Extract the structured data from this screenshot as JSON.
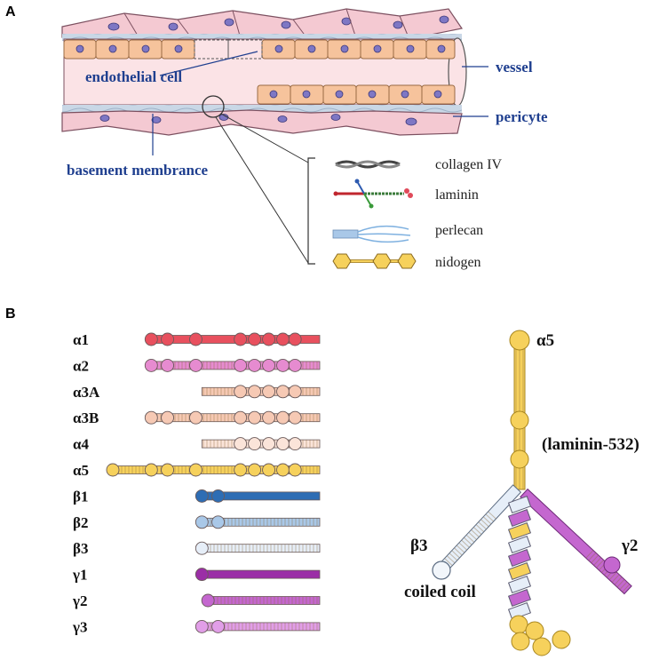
{
  "panel_a": {
    "letter": "A",
    "labels": {
      "endothelial_cell": "endothelial cell",
      "vessel": "vessel",
      "pericyte": "pericyte",
      "basement_membrane": "basement membrance"
    },
    "legend": [
      "collagen IV",
      "laminin",
      "perlecan",
      "nidogen"
    ]
  },
  "panel_b": {
    "letter": "B",
    "chains": [
      {
        "label": "α1",
        "color": "#e8505e",
        "stripe": false,
        "start": 0.19,
        "balls": [
          0.19,
          0.27,
          0.41,
          0.63,
          0.7,
          0.77,
          0.84,
          0.9
        ]
      },
      {
        "label": "α2",
        "color": "#e68bd0",
        "stripe": true,
        "start": 0.19,
        "balls": [
          0.19,
          0.27,
          0.41,
          0.63,
          0.7,
          0.77,
          0.84,
          0.9
        ]
      },
      {
        "label": "α3A",
        "color": "#f6c9b4",
        "stripe": true,
        "start": 0.44,
        "balls": [
          0.63,
          0.7,
          0.77,
          0.84,
          0.9
        ]
      },
      {
        "label": "α3B",
        "color": "#f6c9b4",
        "stripe": true,
        "start": 0.19,
        "balls": [
          0.19,
          0.27,
          0.41,
          0.63,
          0.7,
          0.77,
          0.84,
          0.9
        ]
      },
      {
        "label": "α4",
        "color": "#fbe4d9",
        "stripe": true,
        "start": 0.44,
        "balls": [
          0.63,
          0.7,
          0.77,
          0.84,
          0.9
        ]
      },
      {
        "label": "α5",
        "color": "#f6d15c",
        "stripe": true,
        "start": 0.0,
        "balls": [
          0.0,
          0.19,
          0.27,
          0.41,
          0.63,
          0.7,
          0.77,
          0.84,
          0.9
        ]
      },
      {
        "label": "β1",
        "color": "#2e6db4",
        "stripe": false,
        "start": 0.44,
        "balls": [
          0.44,
          0.52
        ]
      },
      {
        "label": "β2",
        "color": "#a9c8e8",
        "stripe": true,
        "start": 0.44,
        "balls": [
          0.44,
          0.52
        ]
      },
      {
        "label": "β3",
        "color": "#e6eef8",
        "stripe": true,
        "start": 0.44,
        "balls": [
          0.44
        ]
      },
      {
        "label": "γ1",
        "color": "#9b2ea6",
        "stripe": false,
        "start": 0.44,
        "balls": [
          0.44
        ]
      },
      {
        "label": "γ2",
        "color": "#c467cf",
        "stripe": true,
        "start": 0.47,
        "balls": [
          0.47
        ]
      },
      {
        "label": "γ3",
        "color": "#e19ee8",
        "stripe": true,
        "start": 0.44,
        "balls": [
          0.44,
          0.52
        ]
      }
    ],
    "laminin532": {
      "alpha_label": "α5",
      "name": "(laminin-532)",
      "beta_label": "β3",
      "gamma_label": "γ2",
      "coil_label": "coiled coil",
      "alpha_color": "#f6d15c",
      "beta_color": "#e6eef8",
      "gamma_color": "#c467cf"
    }
  }
}
